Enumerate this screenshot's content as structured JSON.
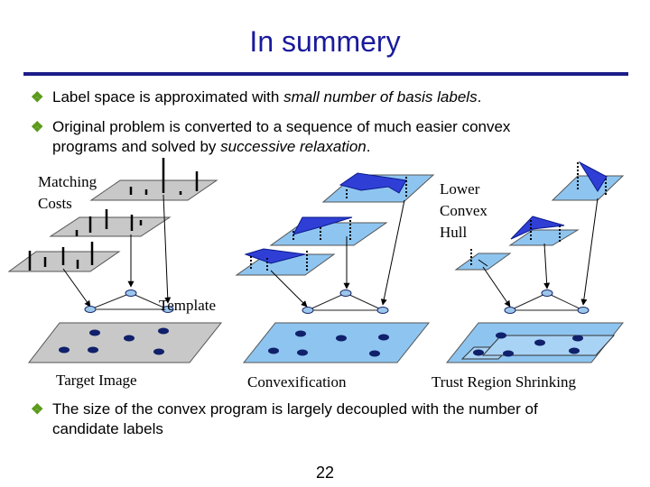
{
  "slide": {
    "title": "In summery",
    "page_number": "22"
  },
  "bullets": [
    {
      "prefix": "Label space is approximated with ",
      "emph": "small number of basis labels",
      "suffix": "."
    },
    {
      "prefix": "Original problem is converted to a sequence of much easier convex",
      "line2_prefix": "programs and solved by ",
      "emph": "successive relaxation",
      "suffix": "."
    },
    {
      "line1": "The size of the convex program is largely decoupled with the number of",
      "line2": "candidate labels"
    }
  ],
  "diagram": {
    "labels": {
      "matching_costs_1": "Matching",
      "matching_costs_2": "Costs",
      "lower_convex_hull_1": "Lower",
      "lower_convex_hull_2": "Convex",
      "lower_convex_hull_3": "Hull",
      "template": "Template",
      "target_image": "Target Image",
      "convexification": "Convexification",
      "trust_region_shrinking": "Trust Region Shrinking"
    },
    "colors": {
      "gray_plane": "#c8c8c8",
      "blue_plane": "#8ec5f0",
      "hull_fill": "#2f3fd6",
      "bullet_mark": "#5a9a1a",
      "title": "#1a1a9c"
    }
  }
}
